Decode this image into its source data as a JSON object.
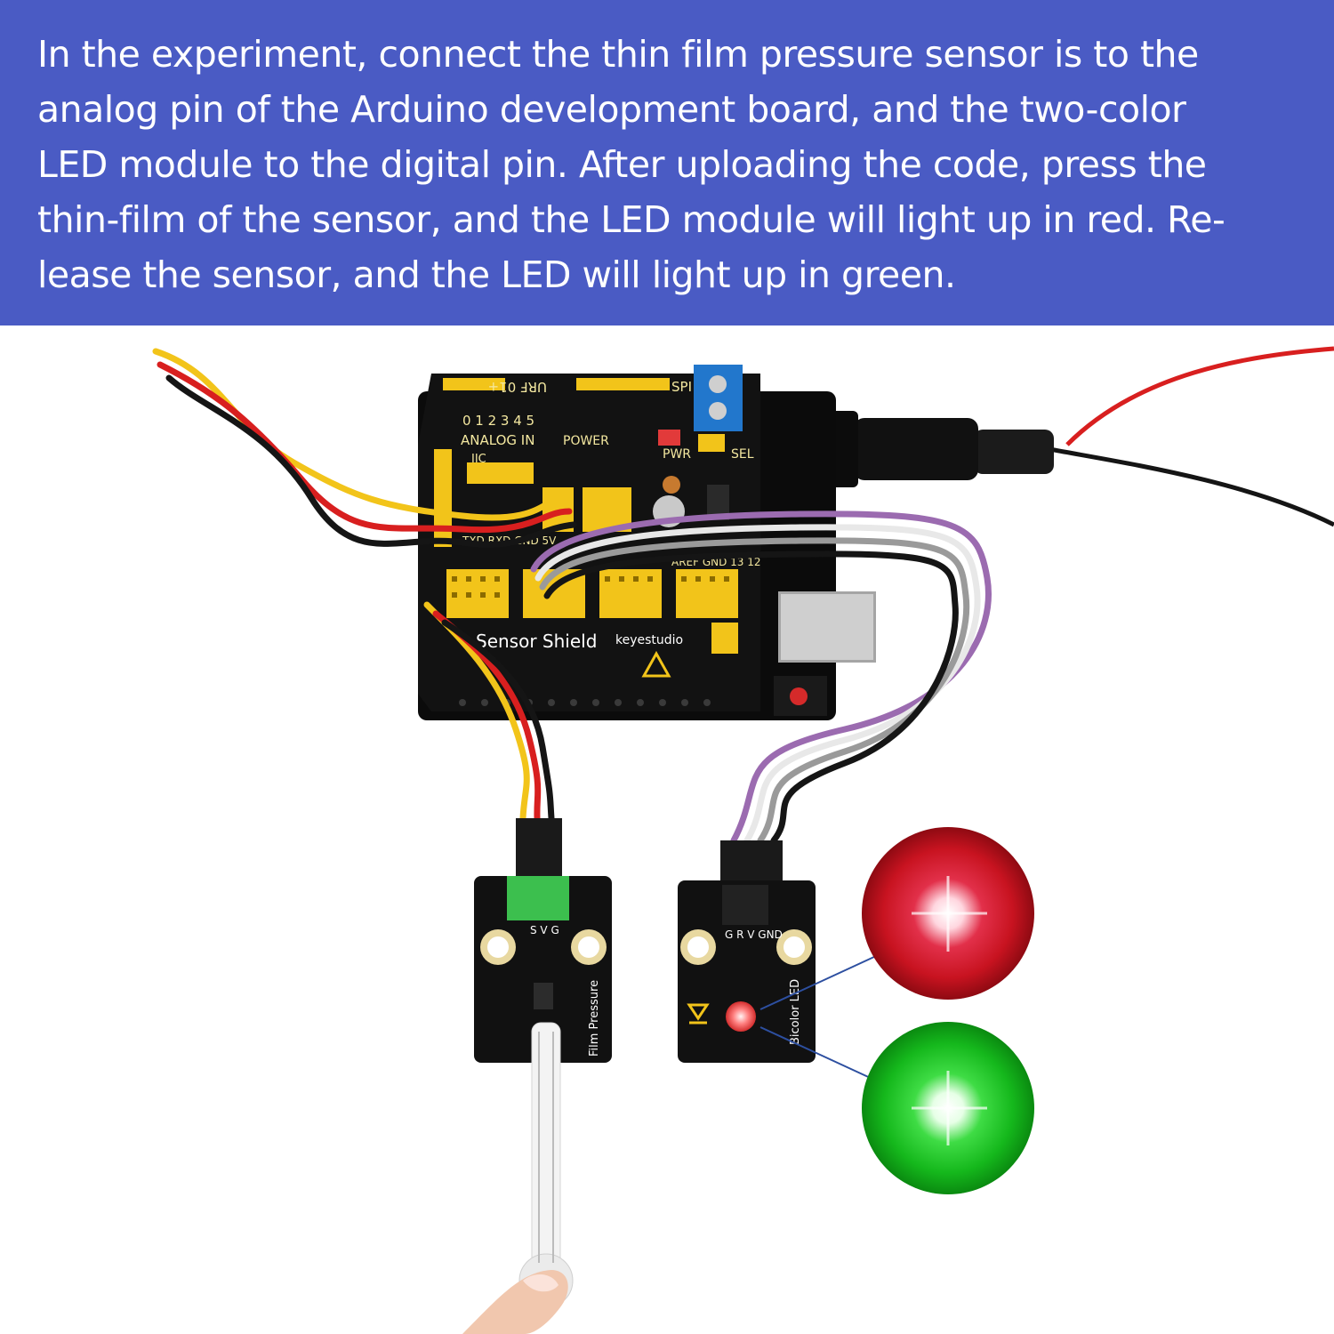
{
  "instruction": {
    "lines": [
      "In the experiment, connect the thin film pressure sensor is to the",
      "analog pin of the Arduino development board, and the two-color",
      "LED module to the digital pin. After uploading the code, press the",
      "thin-film of the sensor, and the LED module will light up in red. Re-",
      "lease the sensor, and the LED will light up in green."
    ]
  },
  "board": {
    "labels": {
      "brand": "keyestudio",
      "model": "Sensor Shield",
      "analog": "ANALOG IN",
      "power": "POWER",
      "pwr": "PWR",
      "sel": "SEL",
      "iic": "IIC",
      "urf": "URF 01+",
      "spi": "SPI",
      "aref": "AREF GND 13 12",
      "txrx": "TXD RXD GND 5V",
      "pins": "0 1 2 3 4 5"
    }
  },
  "pressure_module": {
    "label": "Film Pressure",
    "pins": "S V G"
  },
  "led_module": {
    "label": "Bicolor LED",
    "pins": "G R V GND"
  },
  "led_states": {
    "red": "#e0202a",
    "green": "#1fcf2a"
  },
  "colors": {
    "header_bg": "#4a5bc4",
    "board": "#141414",
    "header_pin": "#f2c41a"
  }
}
